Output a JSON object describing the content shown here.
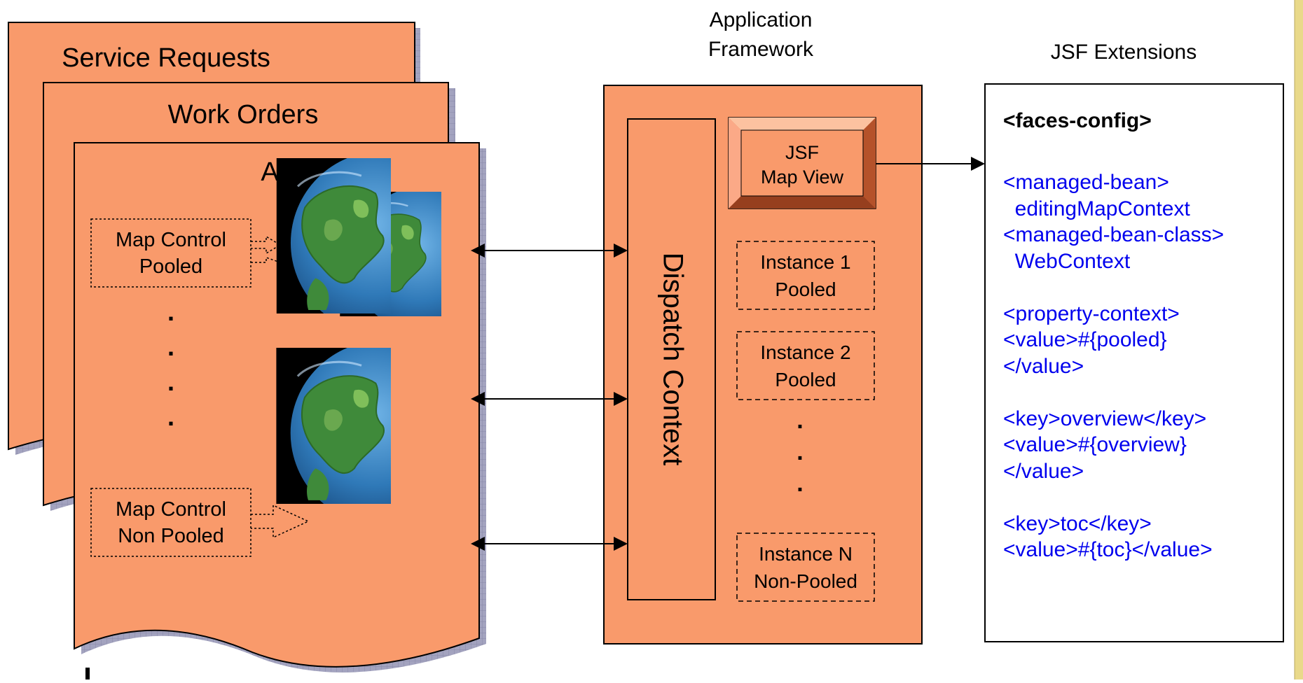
{
  "colors": {
    "panel_fill": "#F99A6B",
    "panel_stroke": "#000000",
    "shadow": "#9A9AB8",
    "xml_blue": "#0000EE",
    "text": "#000000",
    "right_edge_bar": "#E9D98A"
  },
  "documents": {
    "service_requests_title": "Service Requests",
    "work_orders_title": "Work Orders",
    "front_title_fragment": "A",
    "map_control_pooled": [
      "Map Control",
      "Pooled"
    ],
    "map_control_non_pooled": [
      "Map Control",
      "Non Pooled"
    ],
    "dots": [
      ".",
      ".",
      ".",
      "."
    ]
  },
  "framework": {
    "title_lines": [
      "Application",
      "Framework"
    ],
    "dispatch_context": "Dispatch Context",
    "jsf_map_view": [
      "JSF",
      "Map View"
    ],
    "instance_1": [
      "Instance 1",
      "Pooled"
    ],
    "instance_2": [
      "Instance 2",
      "Pooled"
    ],
    "instance_n": [
      "Instance N",
      "Non-Pooled"
    ],
    "dots": [
      ".",
      ".",
      "."
    ]
  },
  "extensions": {
    "title": "JSF Extensions",
    "root_tag": "<faces-config>",
    "lines": [
      "<managed-bean>",
      "  editingMapContext",
      "<managed-bean-class>",
      "  WebContext",
      "",
      "<property-context>",
      "<value>#{pooled}",
      "</value>",
      "",
      "<key>overview</key>",
      "<value>#{overview}",
      "</value>",
      "",
      "<key>toc</key>",
      "<value>#{toc}</value>"
    ]
  },
  "icons": {
    "globe_images": [
      "globe-icon",
      "globe-icon",
      "globe-icon"
    ]
  }
}
